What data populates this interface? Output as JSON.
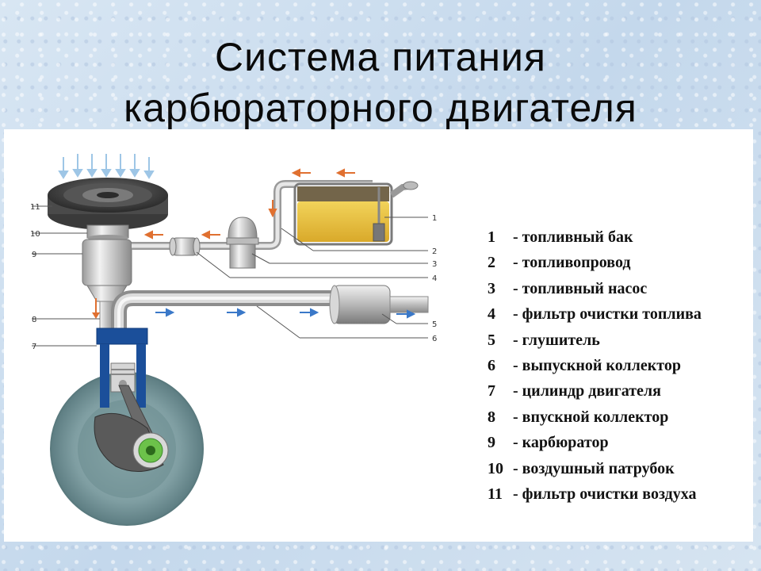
{
  "title": {
    "line1": "Система питания",
    "line2": "карбюраторного двигателя"
  },
  "callouts": [
    "11",
    "10",
    "9",
    "8",
    "7",
    "1",
    "2",
    "3",
    "4",
    "5",
    "6"
  ],
  "legend": [
    {
      "num": "1",
      "text": "- топливный бак"
    },
    {
      "num": "2",
      "text": "- топливопровод"
    },
    {
      "num": "3",
      "text": "- топливный насос"
    },
    {
      "num": "4",
      "text": "- фильтр очистки топлива"
    },
    {
      "num": "5",
      "text": "- глушитель"
    },
    {
      "num": "6",
      "text": "- выпускной коллектор"
    },
    {
      "num": "7",
      "text": "- цилиндр двигателя"
    },
    {
      "num": "8",
      "text": "- впускной коллектор"
    },
    {
      "num": "9",
      "text": "- карбюратор"
    },
    {
      "num": "10",
      "text": "- воздушный патрубок"
    },
    {
      "num": "11",
      "text": "- фильтр очистки воздуха"
    }
  ],
  "colors": {
    "fuel": "#e8c33a",
    "fuel_flow_arrow": "#e07030",
    "exhaust_flow_arrow": "#3a78c8",
    "air_arrow": "#9ec6e6",
    "cylinder": "#1b4f9a",
    "flywheel": "#7fa0a4",
    "crank_center": "#6cc24a"
  }
}
